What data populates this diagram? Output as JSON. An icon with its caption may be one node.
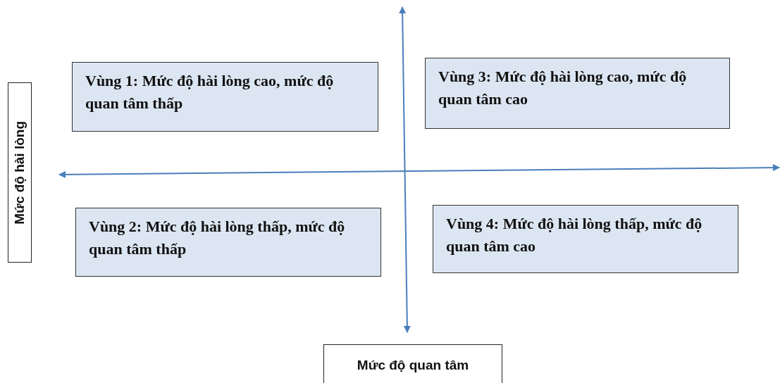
{
  "diagram": {
    "nodes": [
      {
        "text": [
          "Vùng 1: Mức độ hài lòng cao, mức độ quan tâm thấp"
        ]
      },
      {
        "text": [
          "Vùng 3: Mức độ hài lòng cao, mức độ quan tâm cao"
        ]
      },
      {
        "text": [
          "Mức độ hài lòng"
        ]
      },
      {
        "text": [
          "Vùng 2: Mức độ hài lòng thấp, mức độ quan tâm thấp"
        ]
      },
      {
        "text": [
          "Vùng 4: Mức độ hài lòng thấp, mức độ quan tâm cao"
        ]
      },
      {
        "text": [
          "Mức độ quan tâm"
        ]
      }
    ]
  }
}
